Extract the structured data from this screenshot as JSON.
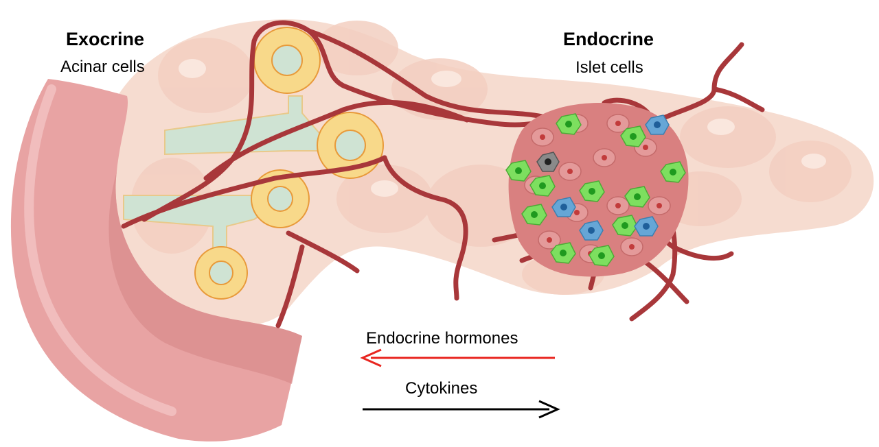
{
  "exocrine": {
    "title": "Exocrine",
    "subtitle": "Acinar cells"
  },
  "endocrine": {
    "title": "Endocrine",
    "subtitle": "Islet cells"
  },
  "arrows": {
    "hormones": {
      "label": "Endocrine hormones",
      "direction": "left",
      "color": "#e8251f"
    },
    "cytokines": {
      "label": "Cytokines",
      "direction": "right",
      "color": "#000000"
    }
  },
  "colors": {
    "pancreas": "#f6dcd0",
    "lobule": "#f3cfc1",
    "duodenum": "#e8a3a3",
    "vessel": "#a8373a",
    "duct": "#cfe3d3",
    "acinar": "#f8d98a",
    "beta_cell": "#7ddf5f",
    "alpha_cell": "#d98080",
    "delta_cell": "#66a6d6",
    "pp_cell": "#8a8a8a"
  }
}
